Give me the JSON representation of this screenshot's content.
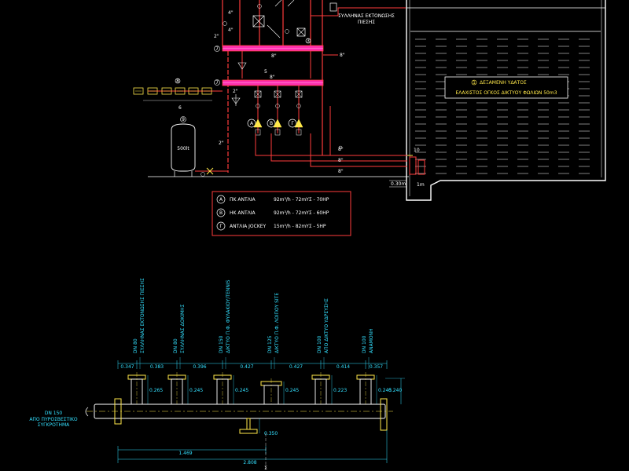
{
  "tank": {
    "number": "1",
    "title": "ΔΕΞΑΜΕΝΗ ΥΔΑΤΟΣ",
    "subtitle": "ΕΛΑΧΙΣΤΟΣ ΟΓΚΟΣ ΔΙΚΤΥΟΥ ΦΩΛΙΩΝ 50m3",
    "depth_label": "0.30m",
    "sump_label": "1m"
  },
  "pressure_line_label": [
    "ΣΥΛΛΗΝΑΣ ΕΚΤΟΝΩΣΗΣ",
    "ΠΙΕΣΗΣ"
  ],
  "pipe_sizes": {
    "top_left_1": "4\"",
    "top_left_2": "4\"",
    "top_left_3": "2\"",
    "header_upper": "8\"",
    "header_upper_out": "8\"",
    "header_lower": "8\"",
    "left_2in": "2\"",
    "drop_2in": "2\"",
    "right_8in_a": "8\"",
    "right_8in_b": "8\"",
    "right_8in_c": "8\""
  },
  "markers": {
    "m7a": "7",
    "m7b": "7",
    "m3": "3",
    "m8": "8",
    "m6": "6",
    "m5": "5",
    "m9": "9",
    "m10": "10"
  },
  "vessel_label": "500lt",
  "pumps": [
    "A",
    "B",
    "Γ"
  ],
  "legend": [
    {
      "key": "A",
      "text": "ΠΚ ΑΝΤΛΙΑ",
      "spec": "92m³/h - 72mYΣ - 70HP"
    },
    {
      "key": "B",
      "text": "ΗΚ ΑΝΤΛΙΑ",
      "spec": "92m³/h - 72mYΣ - 60HP"
    },
    {
      "key": "Γ",
      "text": "ΑΝΤΛΙΑ JOCKEY",
      "spec": "15m³/h - 82mYΣ - 5HP"
    }
  ],
  "manifold": {
    "inlet": [
      "DN 150",
      "ΑΠΟ ΠΥΡΟΣΒΕΣΤΙΚΟ",
      "ΣΥΓΚΡΟΤΗΜΑ"
    ],
    "branches": [
      {
        "dn": "DN 80",
        "desc": "ΣΥΛΛΗΝΑΣ ΕΚΤΟΝΩΣΗΣ ΠΙΕΣΗΣ"
      },
      {
        "dn": "DN 80",
        "desc": "ΣΥΛΛΗΝΑΣ ΔΟΚΙΜΗΣ"
      },
      {
        "dn": "DN 150",
        "desc": "ΔΙΚΤΥΟ Π.Φ. ΦΥΛΑΚΙΟΥ/TENNIS"
      },
      {
        "dn": "DN 125",
        "desc": "ΔΙΚΤΥΟ Π.Φ. ΛΟΙΠΟΥ SITE"
      },
      {
        "dn": "DN 100",
        "desc": "ΑΠΟ ΔΙΚΤΥΟ ΥΔΡΕΥΣΗΣ"
      },
      {
        "dn": "DN 100",
        "desc": "ΑΝΑΜΟΝΗ"
      }
    ],
    "top_dims": [
      "0.347",
      "0.383",
      "0.396",
      "0.427",
      "0.427",
      "0.414",
      "0.357"
    ],
    "riser_dims": [
      "0.265",
      "0.245",
      "0.245",
      "0.245",
      "0.223",
      "0.245"
    ],
    "right_dim": "0.240",
    "stand_dim": "0.350",
    "bottom_dim_1": "1.469",
    "bottom_dim_2": "2.808",
    "axis_mark": "Σ"
  },
  "colors": {
    "background": "#000000",
    "pipe_red": "#ff3b3b",
    "header_magenta": "#ff2fb0",
    "cyan": "#33e0ff",
    "yellow": "#ffe84a",
    "white": "#ffffff"
  }
}
